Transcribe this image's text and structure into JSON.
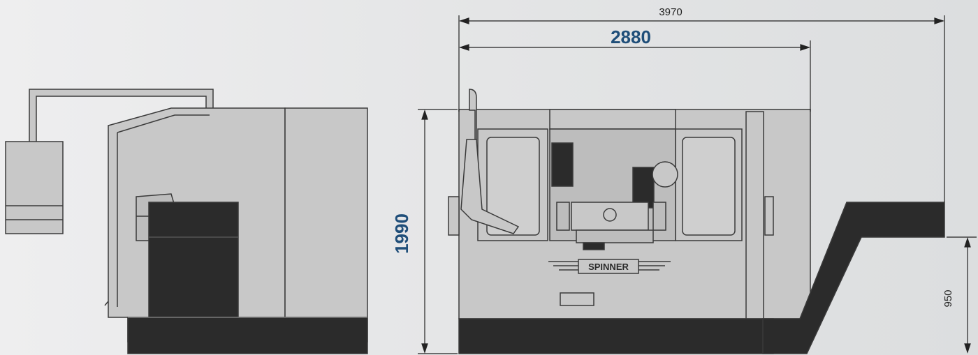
{
  "dimensions": {
    "overall_length": "3970",
    "machine_length": "2880",
    "height": "1990",
    "chip_conveyor_height": "950"
  },
  "brand": {
    "logo_text": "SPINNER"
  },
  "colors": {
    "background": "#e9eaeb",
    "machine_body": "#c8c8c8",
    "machine_dark": "#2b2b2b",
    "outline": "#3a3a3a",
    "accent_dimension": "#1f4e79"
  }
}
